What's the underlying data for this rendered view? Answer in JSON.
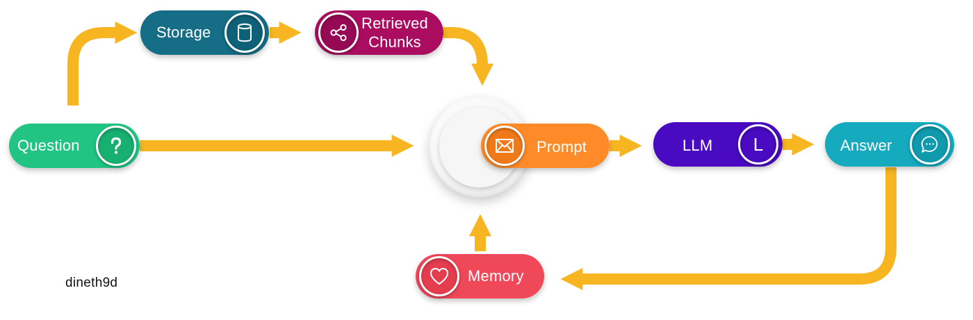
{
  "nodes": {
    "question": {
      "label": "Question",
      "icon": "question-mark-icon",
      "color": "#21c483"
    },
    "storage": {
      "label": "Storage",
      "icon": "database-icon",
      "color": "#156d86"
    },
    "retrieved_chunks": {
      "label_line1": "Retrieved",
      "label_line2": "Chunks",
      "icon": "share-icon",
      "color": "#aa0d5f"
    },
    "prompt": {
      "label": "Prompt",
      "icon": "envelope-icon",
      "color": "#fe8a28"
    },
    "llm": {
      "label": "LLM",
      "icon": "letter-l-icon",
      "icon_text": "L",
      "color": "#4a0ac1"
    },
    "answer": {
      "label": "Answer",
      "icon": "speech-bubble-icon",
      "color": "#15aabe"
    },
    "memory": {
      "label": "Memory",
      "icon": "heart-icon",
      "color": "#ef4858"
    }
  },
  "arrow_color": "#f6b521",
  "watermark": "dineth9d"
}
